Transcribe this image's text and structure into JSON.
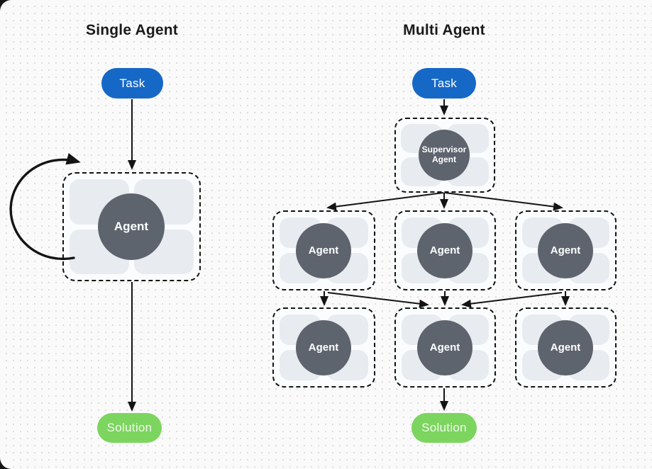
{
  "diagram": {
    "left": {
      "title": "Single Agent",
      "task_label": "Task",
      "agent_label": "Agent",
      "solution_label": "Solution"
    },
    "right": {
      "title": "Multi Agent",
      "task_label": "Task",
      "supervisor_label": "Supervisor Agent",
      "workers_row1": [
        "Agent",
        "Agent",
        "Agent"
      ],
      "workers_row2": [
        "Agent",
        "Agent",
        "Agent"
      ],
      "solution_label": "Solution"
    },
    "colors": {
      "task_pill": "#1668c7",
      "solution_pill": "#7cd55e",
      "agent_circle": "#5e646e",
      "box_cell": "#e8ebf0",
      "dashed_border": "#141414",
      "arrow": "#141414",
      "background": "#fafafa"
    }
  }
}
